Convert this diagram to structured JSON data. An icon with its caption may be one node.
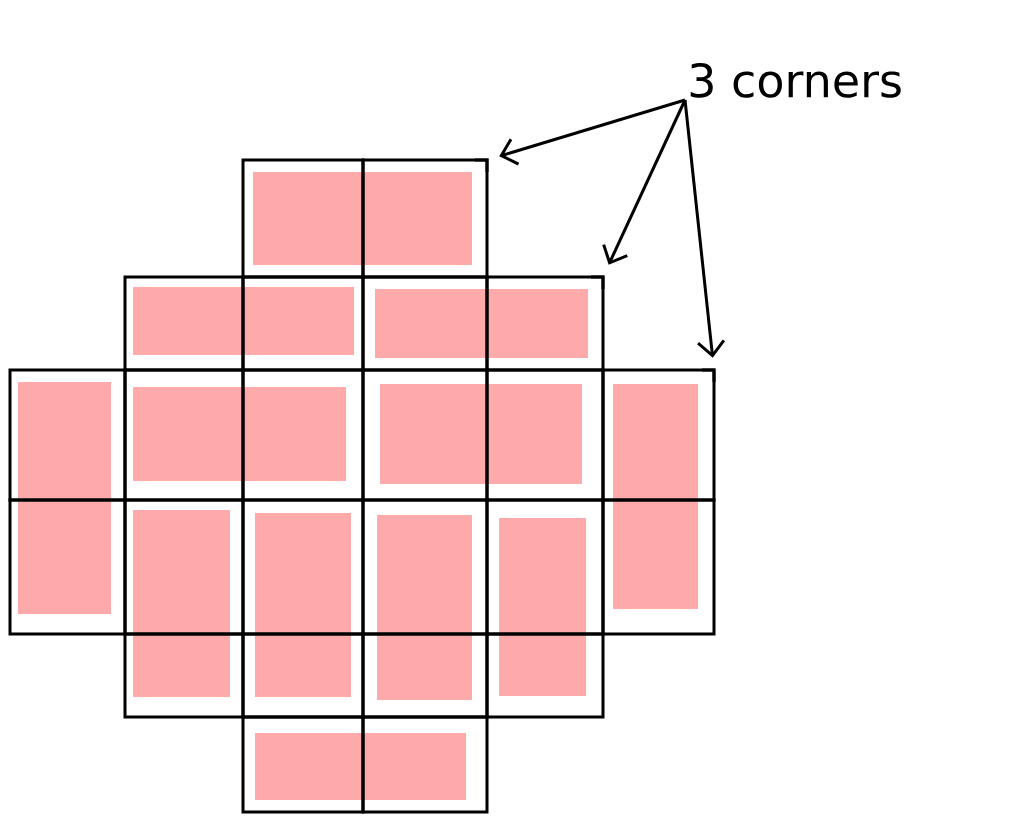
{
  "diagram": {
    "nodes": [
      {
        "text": [
          "3 corners"
        ]
      },
      {
        "text": [],
        "shape": "corner"
      },
      {
        "text": [],
        "shape": "corner"
      },
      {
        "text": [],
        "shape": "corner"
      }
    ],
    "edges": [
      {
        "from": 0,
        "to": 1,
        "arrow": "to"
      },
      {
        "from": 0,
        "to": 2,
        "arrow": "to"
      },
      {
        "from": 0,
        "to": 3,
        "arrow": "to"
      }
    ]
  }
}
